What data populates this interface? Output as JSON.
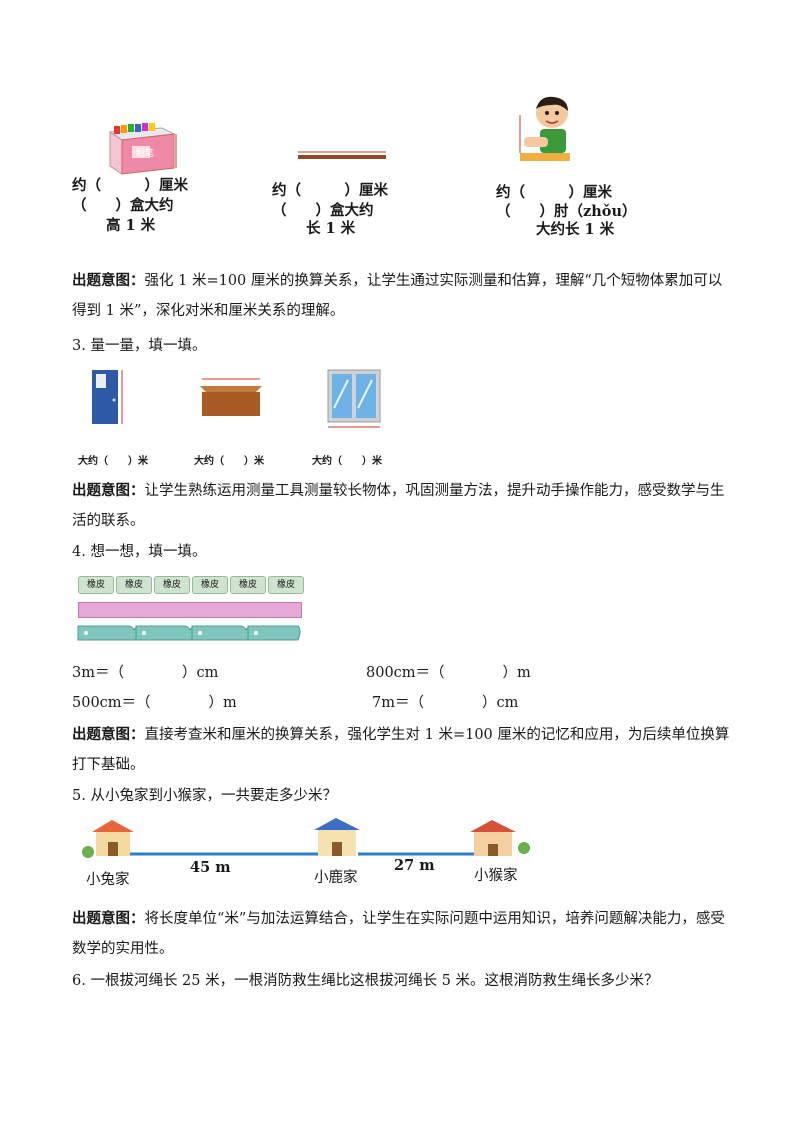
{
  "q2": {
    "item1": {
      "line1": "约（　　　）厘米",
      "line2": "（　　）盒大约",
      "line3": "高 1 米",
      "box_label": "粉笔"
    },
    "item2": {
      "line1": "约（　　　）厘米",
      "line2": "（　　）盒大约",
      "line3": "长 1 米"
    },
    "item3": {
      "line1": "约（　　　）厘米",
      "line2": "（　　）肘（zhǒu）",
      "line3": "大约长 1 米"
    },
    "intent_label": "出题意图：",
    "intent_text": "强化 1 米=100 厘米的换算关系，让学生通过实际测量和估算，理解“几个短物体累加可以得到 1 米”，深化对米和厘米关系的理解。"
  },
  "q3": {
    "title": "3.  量一量，填一填。",
    "labels": [
      "大约（　　）米",
      "大约（　　）米",
      "大约（　　）米"
    ],
    "intent_label": "出题意图：",
    "intent_text": "让学生熟练运用测量工具测量较长物体，巩固测量方法，提升动手操作能力，感受数学与生活的联系。"
  },
  "q4": {
    "title": "4. 想一想，填一填。",
    "eraser_label": "橡皮",
    "blanks": [
      "3m＝（　　　　）cm",
      "800cm＝（　　　　）m",
      "500cm＝（　　　　）m",
      "7m＝（　　　　）cm"
    ],
    "intent_label": "出题意图：",
    "intent_text": "直接考查米和厘米的换算关系，强化学生对 1 米=100 厘米的记忆和应用，为后续单位换算打下基础。"
  },
  "q5": {
    "title": "5. 从小兔家到小猴家，一共要走多少米？",
    "house1": "小兔家",
    "house2": "小鹿家",
    "house3": "小猴家",
    "dist1": "45 m",
    "dist2": "27 m",
    "intent_label": "出题意图：",
    "intent_text": "将长度单位“米”与加法运算结合，让学生在实际问题中运用知识，培养问题解决能力，感受数学的实用性。"
  },
  "q6": {
    "title": "6. 一根拔河绳长 25 米，一根消防救生绳比这根拔河绳长 5 米。这根消防救生绳长多少米？"
  }
}
